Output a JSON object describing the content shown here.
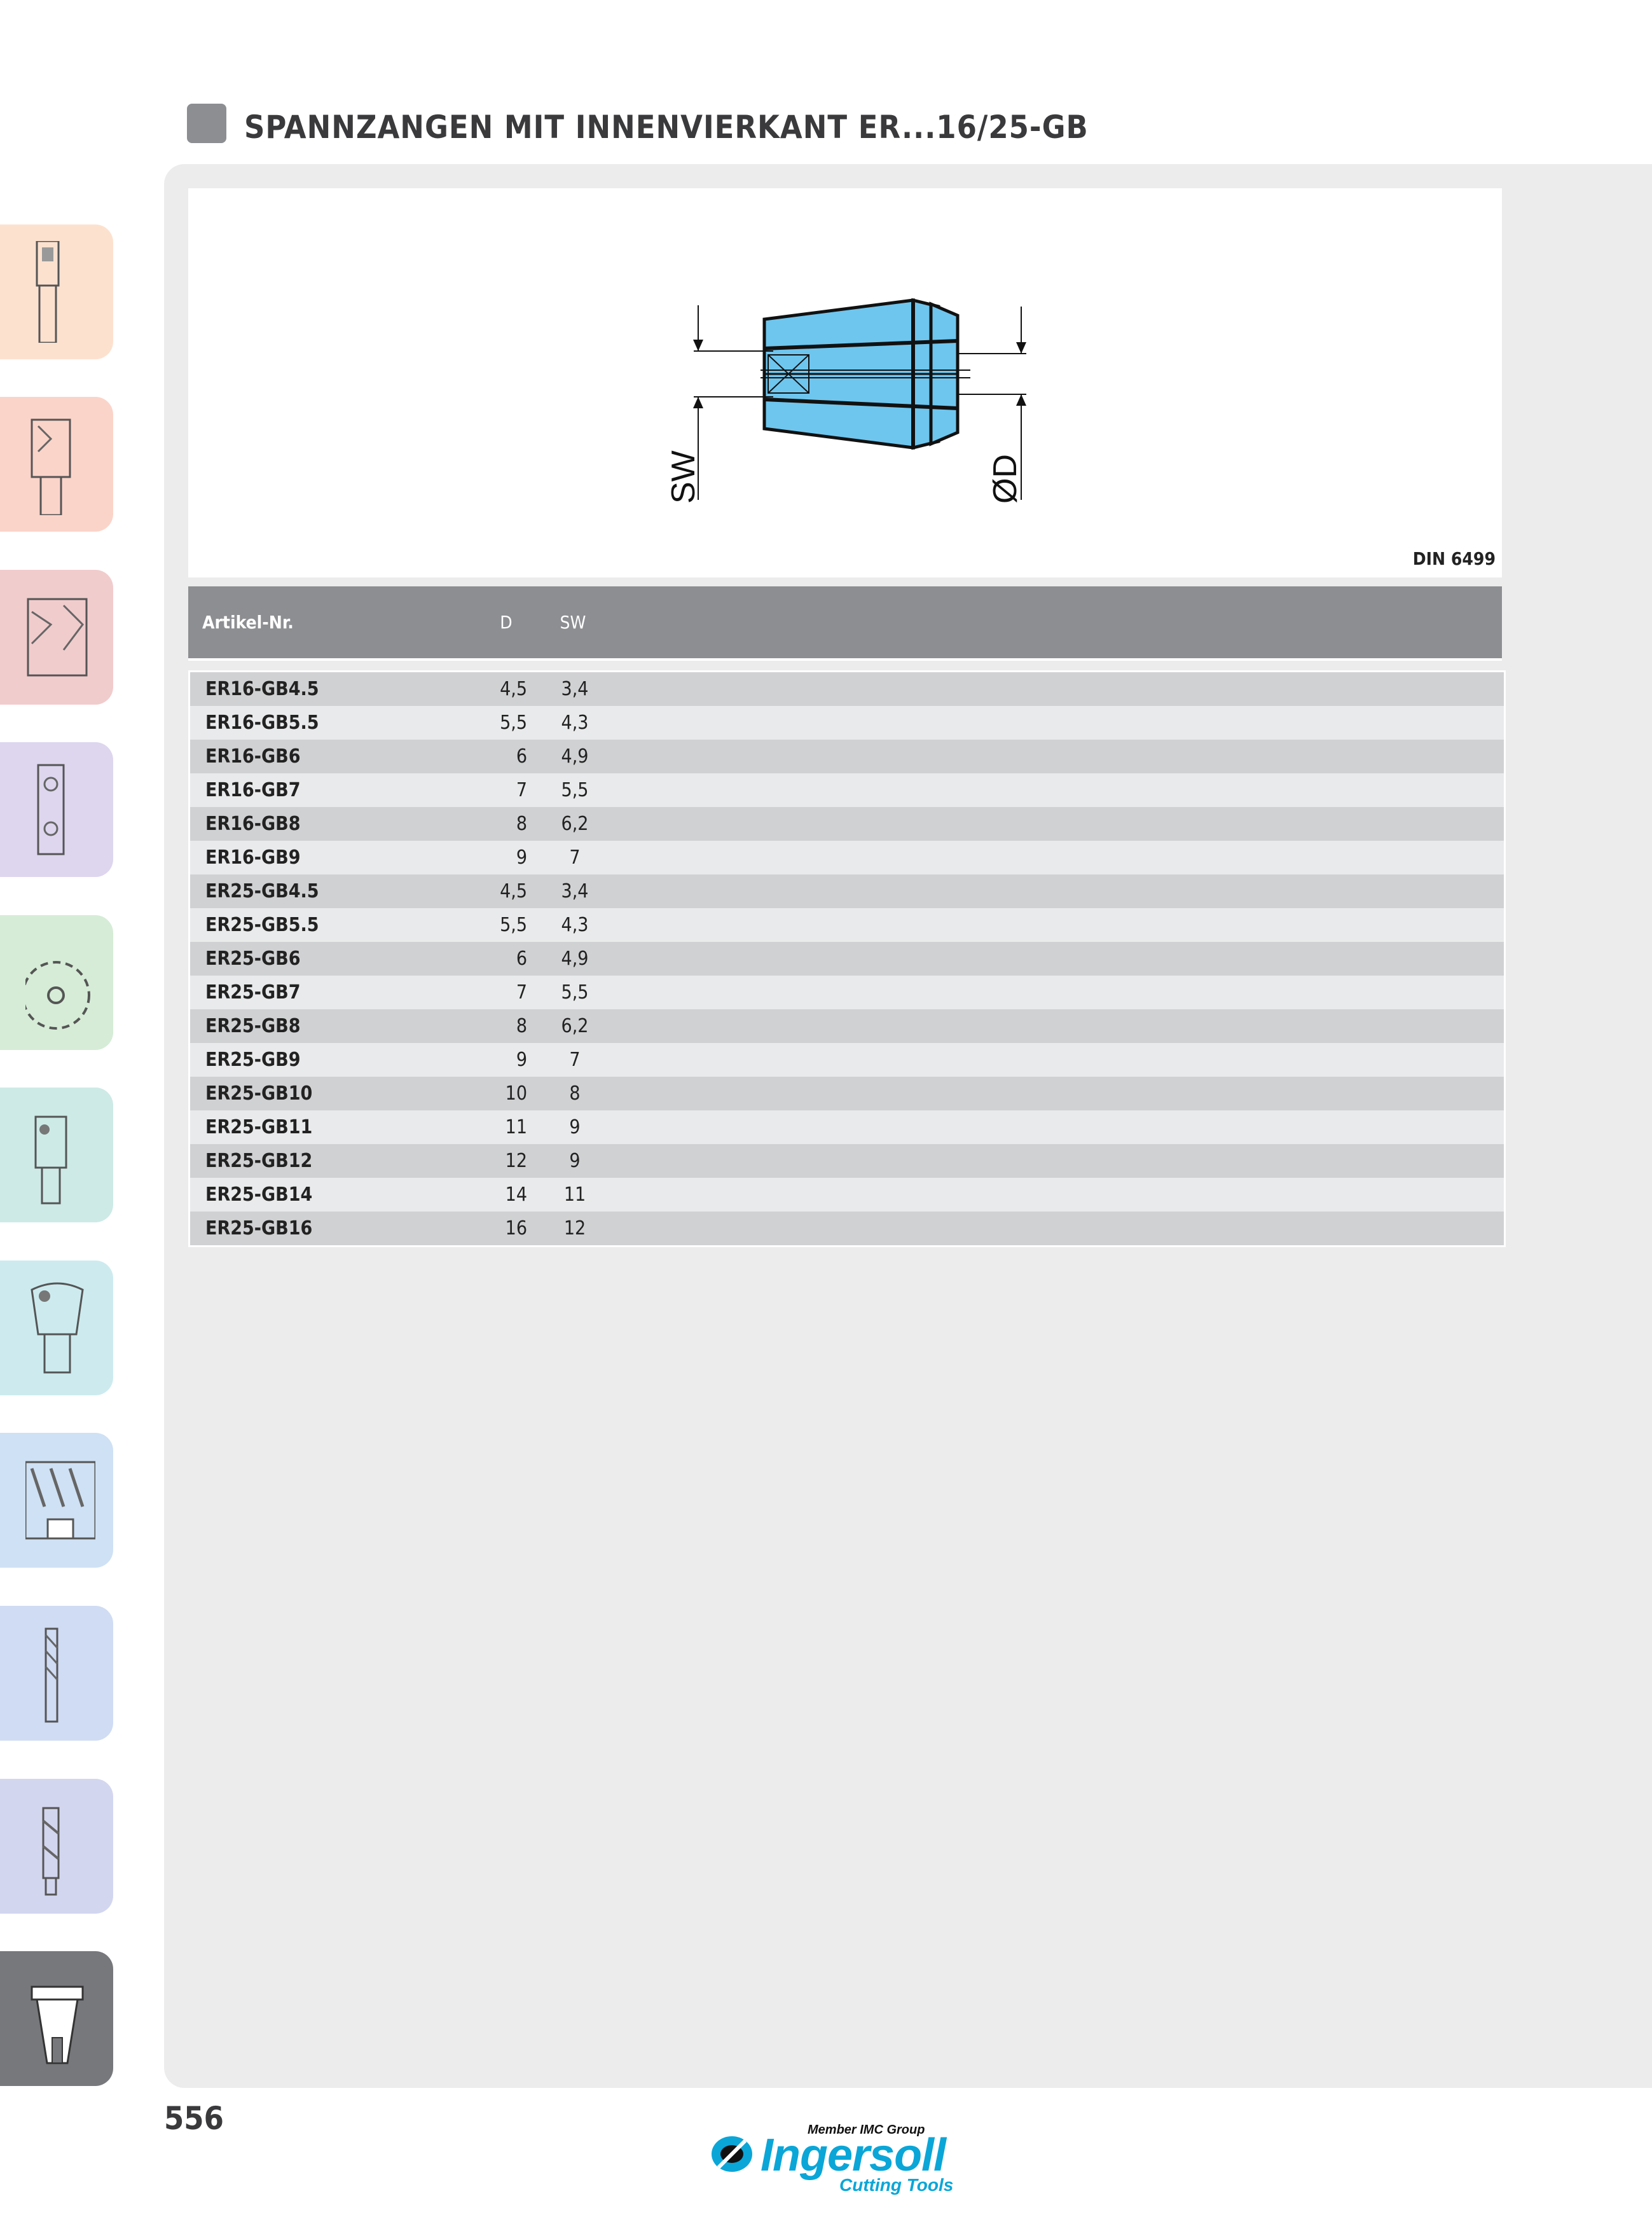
{
  "header": {
    "title": "SPANNZANGEN MIT INNENVIERKANT ER...16/25-GB"
  },
  "drawing": {
    "label_sw": "SW",
    "label_d": "ØD",
    "standard": "DIN 6499",
    "fill_color": "#6ec6ee"
  },
  "table": {
    "headers": {
      "artikel": "Artikel-Nr.",
      "d": "D",
      "sw": "SW"
    },
    "rows": [
      {
        "id": "ER16-GB4.5",
        "d": "4,5",
        "sw": "3,4"
      },
      {
        "id": "ER16-GB5.5",
        "d": "5,5",
        "sw": "4,3"
      },
      {
        "id": "ER16-GB6",
        "d": "6",
        "sw": "4,9"
      },
      {
        "id": "ER16-GB7",
        "d": "7",
        "sw": "5,5"
      },
      {
        "id": "ER16-GB8",
        "d": "8",
        "sw": "6,2"
      },
      {
        "id": "ER16-GB9",
        "d": "9",
        "sw": "7"
      },
      {
        "id": "ER25-GB4.5",
        "d": "4,5",
        "sw": "3,4"
      },
      {
        "id": "ER25-GB5.5",
        "d": "5,5",
        "sw": "4,3"
      },
      {
        "id": "ER25-GB6",
        "d": "6",
        "sw": "4,9"
      },
      {
        "id": "ER25-GB7",
        "d": "7",
        "sw": "5,5"
      },
      {
        "id": "ER25-GB8",
        "d": "8",
        "sw": "6,2"
      },
      {
        "id": "ER25-GB9",
        "d": "9",
        "sw": "7"
      },
      {
        "id": "ER25-GB10",
        "d": "10",
        "sw": "8"
      },
      {
        "id": "ER25-GB11",
        "d": "11",
        "sw": "9"
      },
      {
        "id": "ER25-GB12",
        "d": "12",
        "sw": "9"
      },
      {
        "id": "ER25-GB14",
        "d": "14",
        "sw": "11"
      },
      {
        "id": "ER25-GB16",
        "d": "16",
        "sw": "12"
      }
    ]
  },
  "sidebar": {
    "tabs": [
      {
        "icon": "end-mill-icon",
        "color": "#fde1cf"
      },
      {
        "icon": "shell-mill-icon",
        "color": "#fbd4c9"
      },
      {
        "icon": "face-mill-icon",
        "color": "#f1cccd"
      },
      {
        "icon": "slot-mill-icon",
        "color": "#ddd6ee"
      },
      {
        "icon": "saw-blade-icon",
        "color": "#d6ecd7"
      },
      {
        "icon": "indexable-end-mill-icon",
        "color": "#cdeae6"
      },
      {
        "icon": "copy-mill-icon",
        "color": "#cdebef"
      },
      {
        "icon": "porcupine-cutter-icon",
        "color": "#cfe1f4"
      },
      {
        "icon": "solid-carbide-drill-icon",
        "color": "#cfdcf3"
      },
      {
        "icon": "indexable-drill-icon",
        "color": "#d3d6ef"
      },
      {
        "icon": "tool-holder-icon",
        "color": "#77787b"
      }
    ]
  },
  "footer": {
    "page_number": "556",
    "logo_member": "Member IMC Group",
    "logo_name": "Ingersoll",
    "logo_sub": "Cutting Tools",
    "brand_color": "#0aa6d8"
  }
}
